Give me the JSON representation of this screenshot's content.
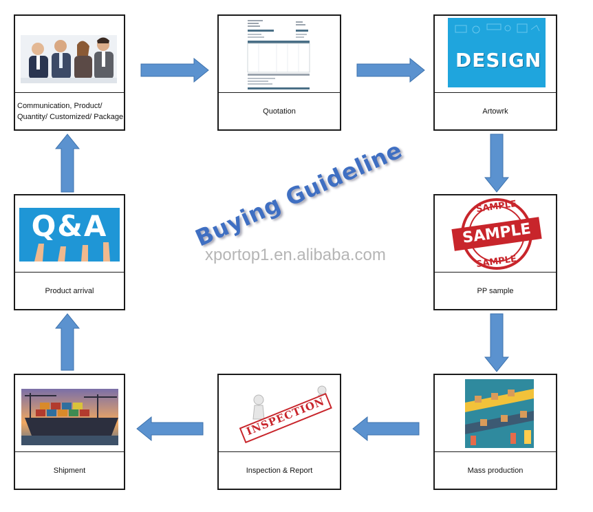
{
  "title": "Buying Guideline",
  "watermark": "xportop1.en.alibaba.com",
  "steps": {
    "communication": "Communication, Product/ Quantity/ Customized/ Package",
    "quotation": "Quotation",
    "artwork": "Artowrk",
    "pp_sample": "PP sample",
    "mass_production": "Mass production",
    "inspection": "Inspection & Report",
    "shipment": "Shipment",
    "arrival": "Product arrival"
  },
  "images": {
    "design": "DESIGN",
    "sample_big": "SAMPLE",
    "qa": "Q&A",
    "inspection": "INSPECTION"
  },
  "colors": {
    "arrow": "#5b92cf",
    "arrow_border": "#3d72ad",
    "title": "#3f6fc2",
    "stamp_red": "#c8252b"
  }
}
